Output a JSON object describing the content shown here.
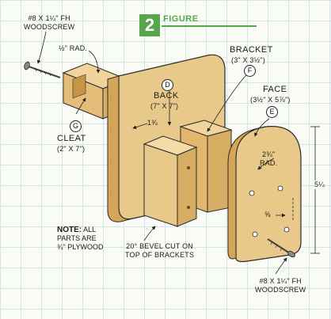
{
  "figure": {
    "number": "2",
    "word": "FIGURE"
  },
  "parts": {
    "back": {
      "letter": "D",
      "name": "BACK",
      "size": "(7\" x 7\")"
    },
    "bracket": {
      "letter": "F",
      "name": "BRACKET",
      "size": "(3\" x 3½\")"
    },
    "face": {
      "letter": "E",
      "name": "FACE",
      "size": "(3½\" x 5⅞\")"
    },
    "cleat": {
      "letter": "G",
      "name": "CLEAT",
      "size": "(2\" x 7\")"
    }
  },
  "labels": {
    "screw_top": [
      "#8 x 1¼\" Fh",
      "WOODSCREW"
    ],
    "screw_bottom": [
      "#8 x 1¼\" Fh",
      "WOODSCREW"
    ],
    "radius_half": "½\" RAD.",
    "dim_back_thickness": "1¾",
    "face_radius": [
      "2¾\"",
      "RAD."
    ],
    "dim_face_height": "5¼",
    "dim_hole": "⅝",
    "bevel_note": [
      "20° BEVEL CUT ON",
      "TOP OF BRACKETS"
    ]
  },
  "note": {
    "bold": "NOTE:",
    "rest_1": " ALL",
    "line_2": "PARTS ARE",
    "line_3": "¾\" PLYWOOD"
  },
  "colors": {
    "wood": "#e8c98a",
    "wood_edge": "#d7ad63",
    "wood_dark": "#c79548",
    "outline": "#2a2a2a",
    "accent_green": "#58a64b",
    "grid": "#cfe6ee"
  }
}
